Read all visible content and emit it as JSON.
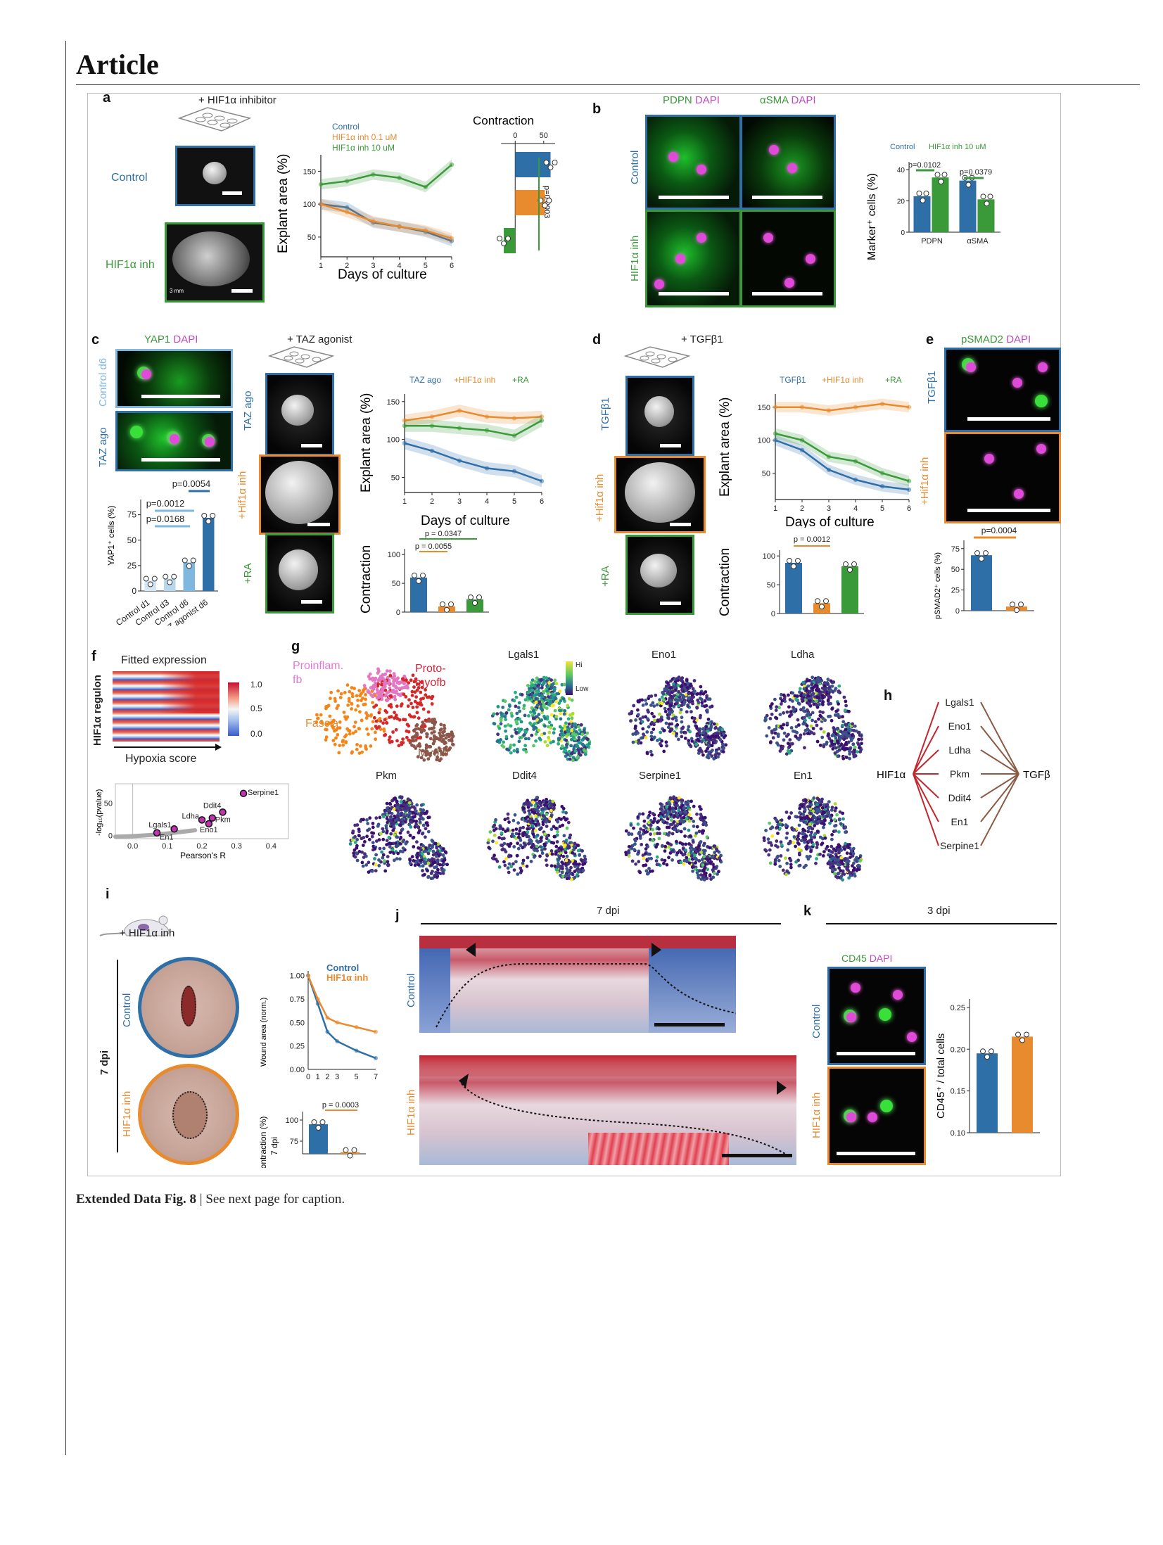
{
  "header": {
    "title": "Article"
  },
  "caption": {
    "label": "Extended Data Fig. 8",
    "sep": " | ",
    "text": "See next page for caption."
  },
  "panels": {
    "a": {
      "letter": "a",
      "treatment": "+ HIF1α inhibitor",
      "row_control": "Control",
      "row_inh": "HIF1α inh",
      "scale_text": "3 mm",
      "legend": [
        "Control",
        "HIF1α inh 0.1 uM",
        "HIF1α inh 10 uM"
      ],
      "ylabel": "Explant area (%)",
      "xlabel": "Days of culture",
      "contraction_title": "Contraction",
      "pvalue": "p=0.0003"
    },
    "b": {
      "letter": "b",
      "col1": "PDPN",
      "col1b": "DAPI",
      "col2": "αSMA",
      "col2b": "DAPI",
      "row_control": "Control",
      "row_inh": "HIF1α inh",
      "legend": [
        "Control",
        "HIF1α inh 10 uM"
      ],
      "ylabel": "Marker⁺ cells (%)",
      "p1": "p=0.0102",
      "p2": "p=0.0379"
    },
    "c": {
      "letter": "c",
      "stain": "YAP1",
      "stain2": "DAPI",
      "row1": "Control d6",
      "row2": "TAZ ago",
      "treatment": "+ TAZ agonist",
      "rows": [
        "TAZ ago",
        "+Hif1α inh",
        "+RA"
      ],
      "legend": [
        "TAZ ago",
        "+HIF1α inh",
        "+RA"
      ],
      "ylabel": "Explant area (%)",
      "xlabel": "Days of culture",
      "contraction_label": "Contraction",
      "p_contr1": "p = 0.0347",
      "p_contr2": "p = 0.0055",
      "bar_ylabel": "YAP1⁺ cells (%)",
      "p_bar1": "p=0.0054",
      "p_bar2": "p=0.0012",
      "p_bar3": "p=0.0168"
    },
    "d": {
      "letter": "d",
      "treatment": "+ TGFβ1",
      "rows": [
        "TGFβ1",
        "+Hif1α inh",
        "+RA"
      ],
      "legend": [
        "TGFβ1",
        "+HIF1α inh",
        "+RA"
      ],
      "ylabel": "Explant area (%)",
      "xlabel": "Days of culture",
      "contraction_label": "Contraction",
      "p_contr": "p = 0.0012"
    },
    "e": {
      "letter": "e",
      "stain": "pSMAD2",
      "stain2": "DAPI",
      "row1": "TGFβ1",
      "row2": "+Hif1α inh",
      "ylabel": "pSMAD2⁺ cells (%)",
      "pvalue": "p=0.0004"
    },
    "f": {
      "letter": "f",
      "title": "Fitted expression",
      "ylabel": "HIF1α regulon",
      "xlabel": "Hypoxia score",
      "colorbar_ticks": [
        "1.0",
        "0.5",
        "0.0"
      ],
      "scatter_ylabel": "-log₁₀(pvalue)",
      "scatter_xlabel": "Pearson's R",
      "genes": [
        "Serpine1",
        "Ddit4",
        "Ldha",
        "Pkm",
        "Eno1",
        "Lgals1",
        "En1"
      ]
    },
    "g": {
      "letter": "g",
      "clusters": [
        "Proinflam.",
        "fb",
        "Proto-",
        "myofb",
        "Fascia",
        "Myofb"
      ],
      "colorbar": [
        "Hi",
        "Low"
      ],
      "genes": [
        "Lgals1",
        "Eno1",
        "Ldha",
        "Pkm",
        "Ddit4",
        "Serpine1",
        "En1"
      ]
    },
    "h": {
      "letter": "h",
      "source": "HIF1α",
      "target": "TGFβ",
      "genes": [
        "Lgals1",
        "Eno1",
        "Ldha",
        "Pkm",
        "Ddit4",
        "En1",
        "Serpine1"
      ]
    },
    "i": {
      "letter": "i",
      "treatment": "+ HIF1α inh",
      "timepoint": "7 dpi",
      "row_control": "Control",
      "row_inh": "HIF1α inh",
      "legend": [
        "Control",
        "HIF1α inh"
      ],
      "ylabel": "Wound area (norm.)",
      "contraction_ylabel": "Contraction (%)",
      "contraction_ylabel2": "7 dpi",
      "pvalue": "p = 0.0003"
    },
    "j": {
      "letter": "j",
      "timepoint": "7 dpi",
      "row_control": "Control",
      "row_inh": "HIF1α inh"
    },
    "k": {
      "letter": "k",
      "timepoint": "3 dpi",
      "stain": "CD45",
      "stain2": "DAPI",
      "row_control": "Control",
      "row_inh": "HIF1α inh",
      "ylabel": "CD45⁺ / total cells"
    }
  },
  "colors": {
    "control": "#2f6fa8",
    "inh": "#e88a2e",
    "green": "#3a9a3a",
    "lightblue": "#7fb7de"
  },
  "chart_data": [
    {
      "id": "a-area",
      "type": "line",
      "x": [
        1,
        2,
        3,
        4,
        5,
        6
      ],
      "series": [
        {
          "name": "Control",
          "values": [
            100,
            95,
            72,
            66,
            58,
            44
          ]
        },
        {
          "name": "HIF1α inh 0.1 uM",
          "values": [
            100,
            88,
            74,
            66,
            60,
            48
          ]
        },
        {
          "name": "HIF1α inh 10 uM",
          "values": [
            130,
            135,
            145,
            140,
            126,
            160
          ]
        }
      ],
      "xlabel": "Days of culture",
      "ylabel": "Explant area (%)",
      "xticks": [
        "1",
        "2",
        "3",
        "4",
        "5",
        "6"
      ],
      "yticks": [
        "50",
        "100",
        "150"
      ],
      "ylim": [
        20,
        175
      ]
    },
    {
      "id": "a-contraction",
      "type": "bar",
      "orientation": "horizontal",
      "categories": [
        "Control",
        "HIF1α inh 0.1 uM",
        "HIF1α inh 10 uM"
      ],
      "values": [
        62,
        52,
        -20
      ],
      "xticks": [
        "0",
        "50"
      ],
      "title": "Contraction"
    },
    {
      "id": "b-bars",
      "type": "bar",
      "categories": [
        "PDPN",
        "αSMA"
      ],
      "series": [
        {
          "name": "Control",
          "values": [
            23,
            33
          ]
        },
        {
          "name": "HIF1α inh 10 uM",
          "values": [
            35,
            21
          ]
        }
      ],
      "yticks": [
        "0",
        "20",
        "40"
      ],
      "ylim": [
        0,
        45
      ]
    },
    {
      "id": "c-yap",
      "type": "bar",
      "categories": [
        "Control d1",
        "Control d3",
        "Control d6",
        "TAZ agonist d6"
      ],
      "values": [
        10,
        12,
        28,
        72
      ],
      "yticks": [
        "0",
        "25",
        "50",
        "75"
      ],
      "ylim": [
        0,
        90
      ]
    },
    {
      "id": "c-area",
      "type": "line",
      "x": [
        1,
        2,
        3,
        4,
        5,
        6
      ],
      "series": [
        {
          "name": "TAZ ago",
          "values": [
            95,
            85,
            72,
            62,
            58,
            45
          ]
        },
        {
          "name": "+HIF1α inh",
          "values": [
            125,
            130,
            138,
            130,
            128,
            130
          ]
        },
        {
          "name": "+RA",
          "values": [
            118,
            118,
            115,
            112,
            105,
            125
          ]
        }
      ],
      "xlabel": "Days of culture",
      "ylabel": "Explant area (%)",
      "xticks": [
        "1",
        "2",
        "3",
        "4",
        "5",
        "6"
      ],
      "yticks": [
        "50",
        "100",
        "150"
      ],
      "ylim": [
        30,
        160
      ]
    },
    {
      "id": "c-contraction",
      "type": "bar",
      "categories": [
        "TAZ ago",
        "+HIF1α inh",
        "+RA"
      ],
      "values": [
        60,
        10,
        22
      ],
      "ylabel": "Contraction",
      "yticks": [
        "0",
        "50",
        "100"
      ],
      "ylim": [
        0,
        110
      ]
    },
    {
      "id": "d-area",
      "type": "line",
      "x": [
        1,
        2,
        3,
        4,
        5,
        6
      ],
      "series": [
        {
          "name": "TGFβ1",
          "values": [
            100,
            85,
            55,
            40,
            30,
            25
          ]
        },
        {
          "name": "+HIF1α inh",
          "values": [
            150,
            150,
            145,
            150,
            155,
            150
          ]
        },
        {
          "name": "+RA",
          "values": [
            110,
            100,
            75,
            68,
            50,
            38
          ]
        }
      ],
      "xlabel": "Days of culture",
      "ylabel": "Explant area (%)",
      "xticks": [
        "1",
        "2",
        "3",
        "4",
        "5",
        "6"
      ],
      "yticks": [
        "50",
        "100",
        "150"
      ],
      "ylim": [
        10,
        170
      ]
    },
    {
      "id": "d-contraction",
      "type": "bar",
      "categories": [
        "TGFβ1",
        "+HIF1α inh",
        "+RA"
      ],
      "values": [
        88,
        18,
        82
      ],
      "ylabel": "Contraction",
      "yticks": [
        "0",
        "50",
        "100"
      ],
      "ylim": [
        0,
        110
      ]
    },
    {
      "id": "e-bars",
      "type": "bar",
      "categories": [
        "TGFβ1",
        "+Hif1α inh"
      ],
      "values": [
        67,
        5
      ],
      "ylabel": "pSMAD2⁺ cells (%)",
      "yticks": [
        "0",
        "25",
        "50",
        "75"
      ],
      "ylim": [
        0,
        85
      ]
    },
    {
      "id": "f-scatter",
      "type": "scatter",
      "points": [
        {
          "label": "Serpine1",
          "x": 0.32,
          "y": 65
        },
        {
          "label": "Ddit4",
          "x": 0.26,
          "y": 36
        },
        {
          "label": "Pkm",
          "x": 0.23,
          "y": 27
        },
        {
          "label": "Ldha",
          "x": 0.2,
          "y": 24
        },
        {
          "label": "Eno1",
          "x": 0.22,
          "y": 18
        },
        {
          "label": "Lgals1",
          "x": 0.12,
          "y": 10
        },
        {
          "label": "En1",
          "x": 0.07,
          "y": 4
        }
      ],
      "xlabel": "Pearson's R",
      "ylabel": "-log₁₀(pvalue)",
      "xticks": [
        "0.0",
        "0.1",
        "0.2",
        "0.3",
        "0.4"
      ],
      "yticks": [
        "0",
        "50"
      ],
      "xlim": [
        -0.05,
        0.45
      ],
      "ylim": [
        -5,
        80
      ]
    },
    {
      "id": "i-wound",
      "type": "line",
      "x": [
        0,
        1,
        2,
        3,
        5,
        7
      ],
      "series": [
        {
          "name": "Control",
          "values": [
            1.0,
            0.7,
            0.4,
            0.3,
            0.2,
            0.12
          ]
        },
        {
          "name": "HIF1α inh",
          "values": [
            1.0,
            0.75,
            0.55,
            0.5,
            0.45,
            0.4
          ]
        }
      ],
      "ylabel": "Wound area (norm.)",
      "xticks": [
        "0",
        "1",
        "2",
        "3",
        "5",
        "7"
      ],
      "yticks": [
        "0.00",
        "0.25",
        "0.50",
        "0.75",
        "1.00"
      ],
      "ylim": [
        0,
        1.05
      ]
    },
    {
      "id": "i-contraction",
      "type": "bar",
      "categories": [
        "Control",
        "HIF1α inh"
      ],
      "values": [
        95,
        62
      ],
      "yticks": [
        "75",
        "100"
      ],
      "ylim": [
        60,
        110
      ]
    },
    {
      "id": "k-bars",
      "type": "bar",
      "categories": [
        "Control",
        "HIF1α inh"
      ],
      "values": [
        0.195,
        0.215
      ],
      "ylabel": "CD45⁺ / total cells",
      "yticks": [
        "0.10",
        "0.15",
        "0.20",
        "0.25"
      ],
      "ylim": [
        0.1,
        0.26
      ]
    }
  ]
}
